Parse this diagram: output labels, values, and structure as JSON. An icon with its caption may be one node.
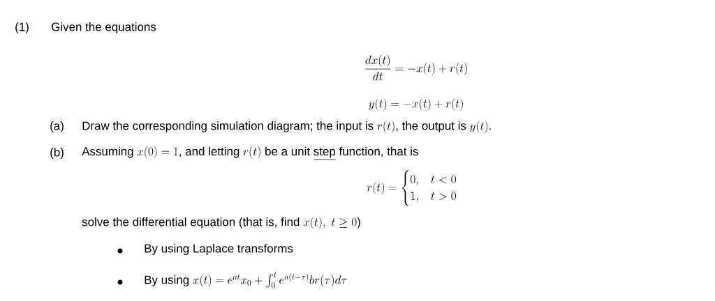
{
  "diagram": {
    "labels": [
      "(1)",
      "Given the equations",
      "\\frac{dx(t)}{dt} = -x(t) + r(t)",
      "y(t) = -x(t) + r(t)",
      "(a)",
      "\\text{Draw the corresponding simulation diagram; the input is } r(t)\\text{, the output is } y(t)\\text{.}",
      "(b)",
      "\\text{Assuming } x(0) = 1\\text{, and letting } r(t) \\text{ be a unit \\underline{step} function, that is}",
      "r(t) = \\begin{cases} 0, & t < 0 \\\\ 1, & t > 0 \\end{cases}",
      "\\text{solve the differential equation (that is, find } x(t),\\ t \\ge 0\\text{)}",
      "By using Laplace transforms",
      "\\text{By using } x(t) = e^{at}x_0 + \\int_0^t e^{a(t-\\tau)} b r(\\tau) d\\tau"
    ]
  }
}
